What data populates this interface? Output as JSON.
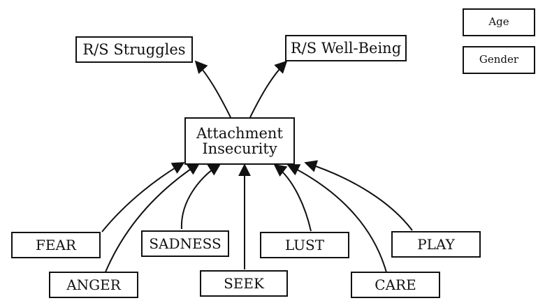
{
  "nodes": {
    "rs_struggles": "R/S Struggles",
    "rs_wellbeing": "R/S Well-Being",
    "attachment_line1": "Attachment",
    "attachment_line2": "Insecurity",
    "age": "Age",
    "gender": "Gender",
    "fear": "FEAR",
    "anger": "ANGER",
    "sadness": "SADNESS",
    "seek": "SEEK",
    "lust": "LUST",
    "care": "CARE",
    "play": "PLAY"
  },
  "edges": [
    {
      "from": "attachment",
      "to": "rs_struggles"
    },
    {
      "from": "attachment",
      "to": "rs_wellbeing"
    },
    {
      "from": "fear",
      "to": "attachment"
    },
    {
      "from": "anger",
      "to": "attachment"
    },
    {
      "from": "sadness",
      "to": "attachment"
    },
    {
      "from": "seek",
      "to": "attachment"
    },
    {
      "from": "lust",
      "to": "attachment"
    },
    {
      "from": "care",
      "to": "attachment"
    },
    {
      "from": "play",
      "to": "attachment"
    }
  ],
  "colors": {
    "stroke": "#111111",
    "background": "#ffffff"
  }
}
